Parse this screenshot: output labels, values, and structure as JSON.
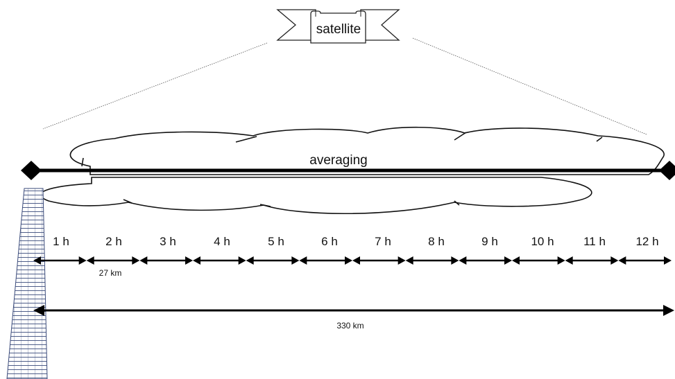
{
  "satellite": {
    "label": "satellite"
  },
  "cloud": {
    "label": "averaging"
  },
  "hours": [
    "1 h",
    "2 h",
    "3 h",
    "4 h",
    "5 h",
    "6 h",
    "7 h",
    "8 h",
    "9 h",
    "10 h",
    "11 h",
    "12 h"
  ],
  "distances": {
    "hourly": "27 km",
    "total": "330 km"
  }
}
